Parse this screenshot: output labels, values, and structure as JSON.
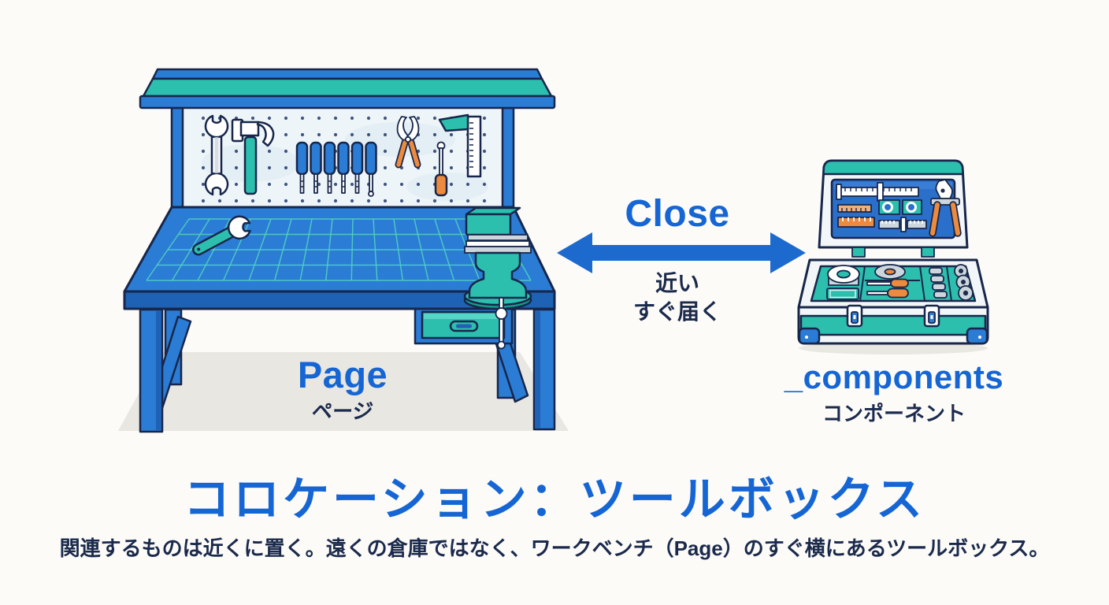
{
  "colors": {
    "bg": "#fcfbf8",
    "blue": "#2b7cd5",
    "blue_dark": "#1d62b4",
    "blue_deep": "#0d3f86",
    "teal": "#2cbfae",
    "teal_dark": "#179a8c",
    "teal_light": "#6fe0d2",
    "navy": "#1c2b4e",
    "outline": "#17264a",
    "orange": "#ec8a3e",
    "peach": "#f2b079",
    "paper": "#eef5f9",
    "panel_blue": "#2a6fca",
    "grid": "#53d3c3",
    "shadow": "#e9e7e2",
    "text_blue": "#1566d4",
    "text_navy": "#1b2a4c",
    "arrow": "#1d6ace",
    "case_white": "#f2f6f8",
    "metal": "#ccd6dc",
    "white": "#ffffff"
  },
  "workbench": {
    "label_en": "Page",
    "label_ja": "ページ",
    "tools": [
      "wrench",
      "hammer",
      "screwdriver-set",
      "pliers",
      "screwdriver",
      "square-ruler",
      "vise",
      "drawer"
    ]
  },
  "relation": {
    "label_en": "Close",
    "note_1": "近い",
    "note_2": "すぐ届く"
  },
  "toolbox": {
    "label_en": "_components",
    "label_ja": "コンポーネント",
    "tools": [
      "ruler",
      "orange-ruler",
      "connectors",
      "crimper",
      "tape-roll",
      "saw-blade",
      "screwdrivers",
      "sockets"
    ]
  },
  "footer": {
    "title": "コロケーション：ツールボックス",
    "subtitle": "関連するものは近くに置く。遠くの倉庫ではなく、ワークベンチ（Page）のすぐ横にあるツールボックス。"
  }
}
